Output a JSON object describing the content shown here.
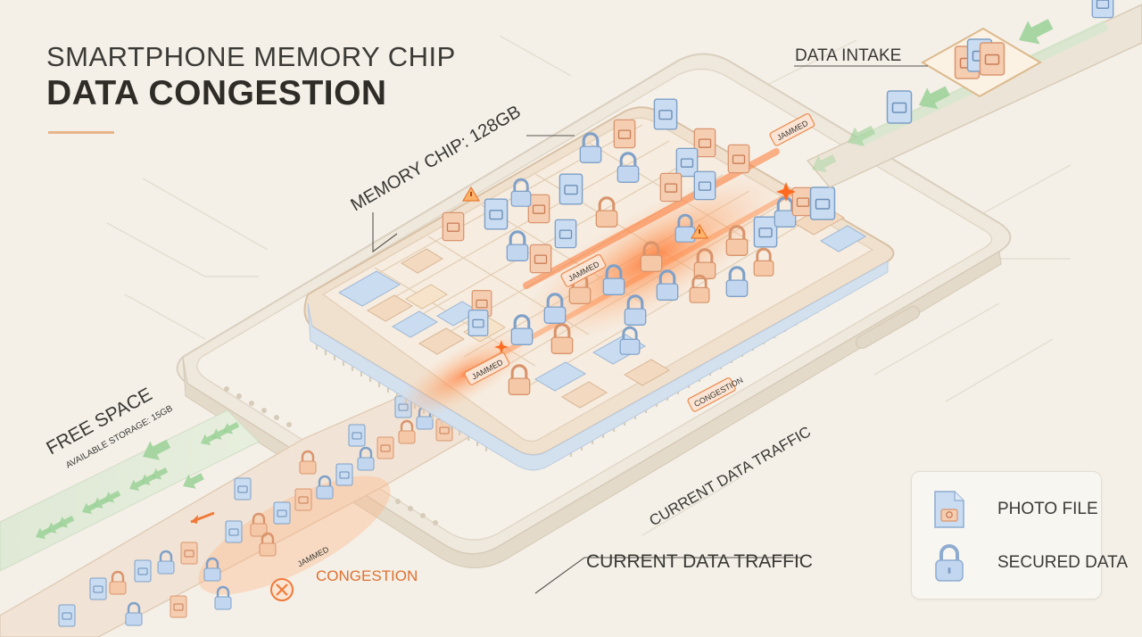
{
  "header": {
    "title_top": "SMARTPHONE MEMORY CHIP",
    "title_main": "DATA CONGESTION"
  },
  "labels": {
    "data_intake": "DATA INTAKE",
    "memory_chip": "MEMORY CHIP: 128GB",
    "free_space": "FREE SPACE",
    "available_storage": "AVAILABLE STORAGE: 15GB",
    "current_traffic_diag": "CURRENT DATA TRAFFIC",
    "current_traffic": "CURRENT DATA TRAFFIC",
    "congestion": "CONGESTION",
    "jammed": "JAMMED"
  },
  "legend": {
    "photo_file": "PHOTO FILE",
    "secured_data": "SECURED DATA"
  },
  "colors": {
    "background": "#f4f0e8",
    "accent_orange": "#f0793a",
    "file_blue": "#bcd3ec",
    "file_peach": "#f3c7a8",
    "arrow_green": "#9fd39a"
  }
}
